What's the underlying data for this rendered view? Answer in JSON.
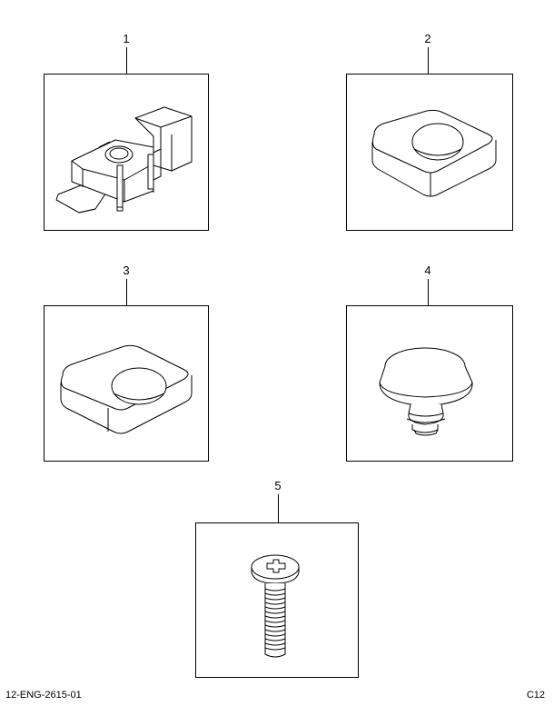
{
  "parts": [
    {
      "callout": "1",
      "illustration": "sensor-housing"
    },
    {
      "callout": "2",
      "illustration": "rectangular-grommet"
    },
    {
      "callout": "3",
      "illustration": "rectangular-grommet"
    },
    {
      "callout": "4",
      "illustration": "mushroom-plug"
    },
    {
      "callout": "5",
      "illustration": "phillips-pan-head-screw"
    }
  ],
  "footer": {
    "drawing_id": "12-ENG-2615-01",
    "page_code": "C12"
  }
}
